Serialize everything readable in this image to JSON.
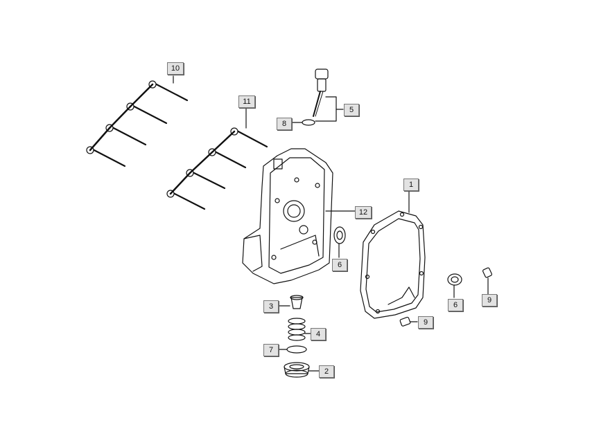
{
  "callouts": {
    "c1": "1",
    "c2": "2",
    "c3": "3",
    "c4": "4",
    "c5": "5",
    "c6a": "6",
    "c6b": "6",
    "c7": "7",
    "c8": "8",
    "c9a": "9",
    "c9b": "9",
    "c10": "10",
    "c11": "11",
    "c12": "12"
  },
  "colors": {
    "line": "#111111",
    "label_fill": "#e2e2e2",
    "label_border": "#777777"
  }
}
